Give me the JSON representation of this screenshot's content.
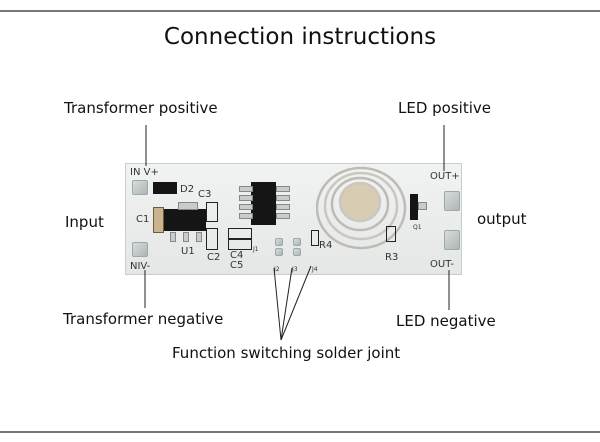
{
  "title": "Connection instructions",
  "labels": {
    "transformer_positive": "Transformer positive",
    "transformer_negative": "Transformer negative",
    "input": "Input",
    "led_positive": "LED positive",
    "led_negative": "LED negative",
    "output": "output",
    "function_switching": "Function switching solder joint"
  },
  "pcb_silkscreen": {
    "in_vplus": "IN V+",
    "in_vminus": "NIV-",
    "out_plus": "OUT+",
    "out_minus": "OUT-",
    "d2": "D2",
    "c3": "C3",
    "c1": "C1",
    "u1": "U1",
    "c2": "C2",
    "c4": "C4",
    "c5": "C5",
    "j1": "J1",
    "j2": "J2",
    "j3": "J3",
    "j4": "J4",
    "r4": "R4",
    "r3": "R3",
    "q1": "Q1"
  },
  "colors": {
    "pcb": "#eceeee",
    "text": "#111111",
    "rule": "#777777"
  }
}
